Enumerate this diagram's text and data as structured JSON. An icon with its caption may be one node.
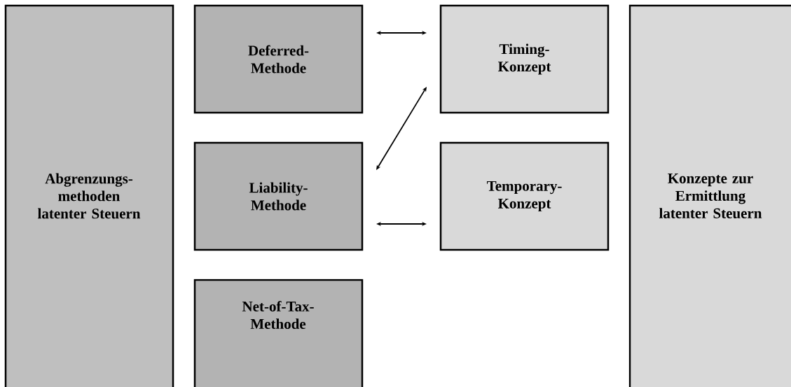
{
  "diagram": {
    "nodes": [
      {
        "text": [
          "Abgrenzungs- methoden latenter Steuern"
        ]
      },
      {
        "text": [
          "Deferred-Methode"
        ]
      },
      {
        "text": [
          "Liability-Methode"
        ]
      },
      {
        "text": [
          "Net-of-Tax-Methode"
        ]
      },
      {
        "text": [
          "Timing-Konzept"
        ]
      },
      {
        "text": [
          "Temporary-Konzept"
        ]
      },
      {
        "text": [
          "Konzepte zur Ermittlung latenter Steuern"
        ]
      }
    ],
    "edges": [
      {
        "from": 1,
        "to": 4,
        "arrow": "both"
      },
      {
        "from": 2,
        "to": 4,
        "arrow": "both"
      },
      {
        "from": 2,
        "to": 5,
        "arrow": "both"
      }
    ]
  }
}
